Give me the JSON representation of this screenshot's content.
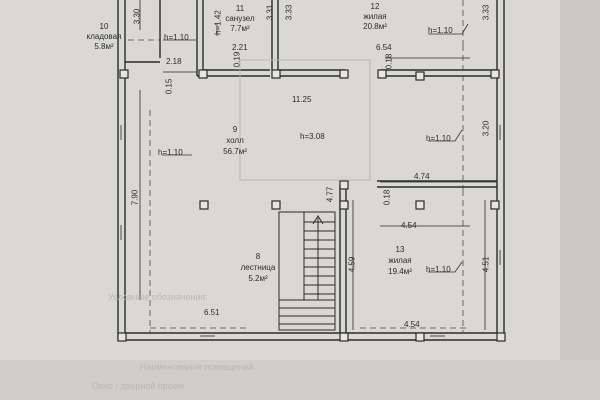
{
  "rooms": {
    "r10": {
      "number": "10",
      "name": "кладовая",
      "area": "5.8м²"
    },
    "r11": {
      "number": "11",
      "name": "санузел",
      "area": "7.7м²"
    },
    "r12": {
      "number": "12",
      "name": "жилая",
      "area": "20.8м²"
    },
    "r9": {
      "number": "9",
      "name": "холл",
      "area": "56.7м²"
    },
    "r8": {
      "number": "8",
      "name": "лестница",
      "area": "5.2м²"
    },
    "r13": {
      "number": "13",
      "name": "жилая",
      "area": "19.4м²"
    }
  },
  "heights": {
    "h110_r10": "h=1.10",
    "h142": "h=1.42",
    "h110_r12": "h=1.10",
    "h308": "h=3.08",
    "h110_right": "h=1.10",
    "h110_hall": "h=1.10",
    "h110_r13": "h=1.10"
  },
  "dimensions": {
    "d330": "3.30",
    "d331": "3.31",
    "d333a": "3.33",
    "d333b": "3.33",
    "d221": "2.21",
    "d218": "2.18",
    "d019": "0.19",
    "d654": "6.54",
    "d018a": "0.18",
    "d015": "0.15",
    "d1125": "11.25",
    "d320": "3.20",
    "d790": "7.90",
    "d477": "4.77",
    "d474": "4.74",
    "d018b": "0.18",
    "d454a": "4.54",
    "d459": "4.59",
    "d451": "4.51",
    "d651": "6.51",
    "d454b": "4.54"
  },
  "legend_faint": {
    "line1": "Условные обозначения:",
    "line2": "Наименование помещений",
    "line3": "Окно / дверной проём"
  }
}
